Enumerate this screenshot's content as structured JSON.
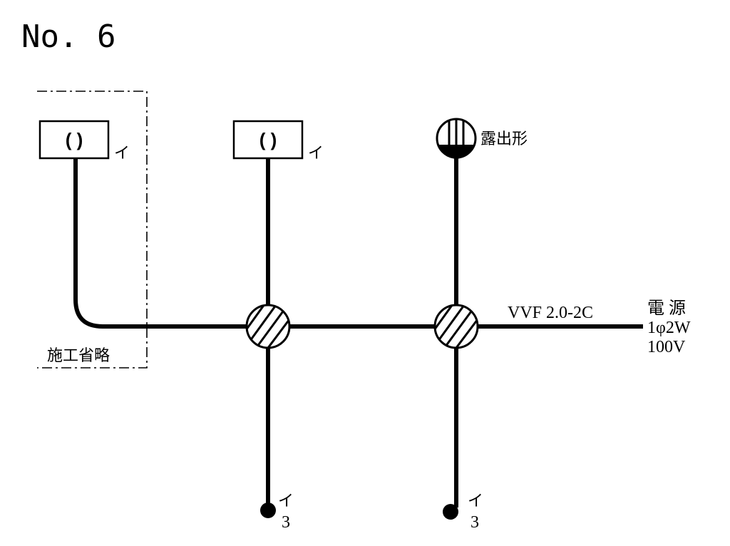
{
  "title": "No. 6",
  "omitted_region_label": "施工省略",
  "lamps": [
    {
      "symbol": "( )",
      "label": "イ"
    },
    {
      "symbol": "( )",
      "label": "イ"
    }
  ],
  "pendant_label": "露出形",
  "switches": [
    {
      "top_label": "イ",
      "bottom_label": "3"
    },
    {
      "top_label": "イ",
      "bottom_label": "3"
    }
  ],
  "cable_label": "VVF 2.0-2C",
  "power_source": {
    "line1": "電 源",
    "line2": "1φ2W",
    "line3": "100V"
  },
  "colors": {
    "stroke": "#000000",
    "background": "#ffffff"
  }
}
